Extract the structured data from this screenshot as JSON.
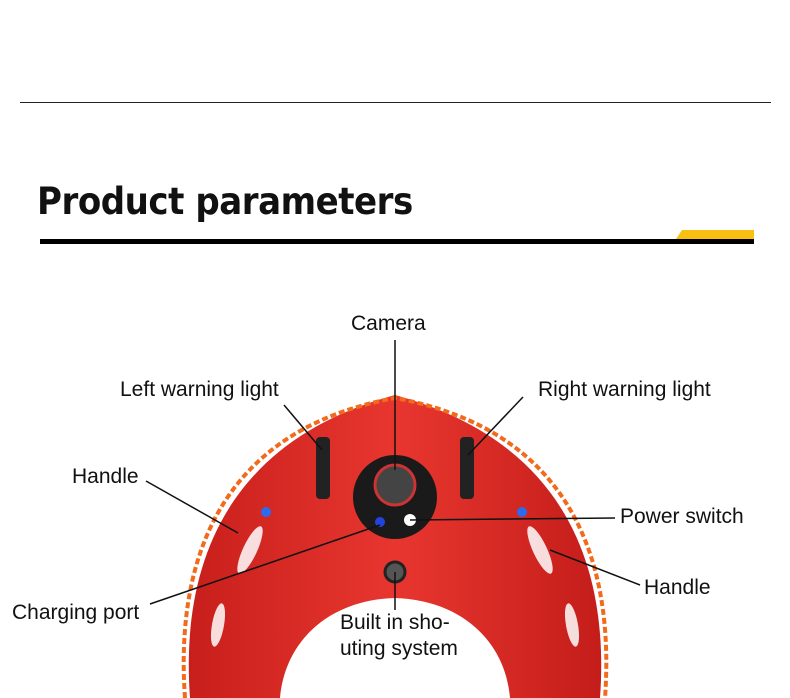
{
  "title": "Product parameters",
  "colors": {
    "accent": "#f8c012",
    "body": "#e0302b",
    "rope": "#f26a1b"
  },
  "labels": {
    "camera": "Camera",
    "left_warning_light": "Left warning light",
    "right_warning_light": "Right warning light",
    "handle_left": "Handle",
    "handle_right": "Handle",
    "power_switch": "Power switch",
    "charging_port": "Charging port",
    "shouting_line1": "Built in sho-",
    "shouting_line2": "uting system"
  }
}
